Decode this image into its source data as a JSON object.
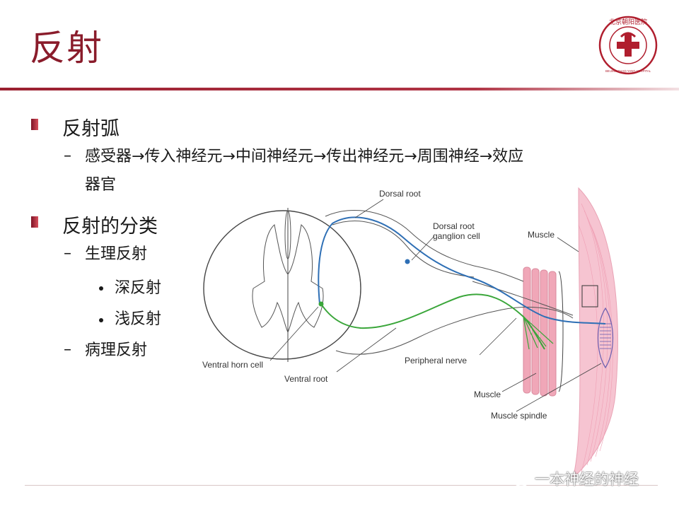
{
  "slide": {
    "title": "反射"
  },
  "logo": {
    "top_text": "北京朝阳医院",
    "bottom_text": "BEIJING CHAO-YANG HOSPITAL",
    "color": "#b01e2e"
  },
  "content": {
    "section1": {
      "heading": "反射弧",
      "line1": "感受器→传入神经元→中间神经元→传出神经元→周围神经→效应",
      "line2": "器官"
    },
    "section2": {
      "heading": "反射的分类",
      "sub1": "生理反射",
      "sub1_items": [
        "深反射",
        "浅反射"
      ],
      "sub2": "病理反射"
    }
  },
  "diagram": {
    "labels": {
      "dorsal_root": "Dorsal root",
      "dorsal_root_ganglion_1": "Dorsal root",
      "dorsal_root_ganglion_2": "ganglion cell",
      "muscle_top": "Muscle",
      "peripheral_nerve": "Peripheral nerve",
      "muscle_bottom": "Muscle",
      "muscle_spindle": "Muscle spindle",
      "ventral_horn_cell": "Ventral horn cell",
      "ventral_root": "Ventral root"
    },
    "colors": {
      "afferent": "#2e6fb5",
      "efferent": "#3aa63a",
      "muscle": "#f2b8c6",
      "outline": "#555555"
    }
  },
  "watermark": {
    "text": "一本神经的神经"
  }
}
